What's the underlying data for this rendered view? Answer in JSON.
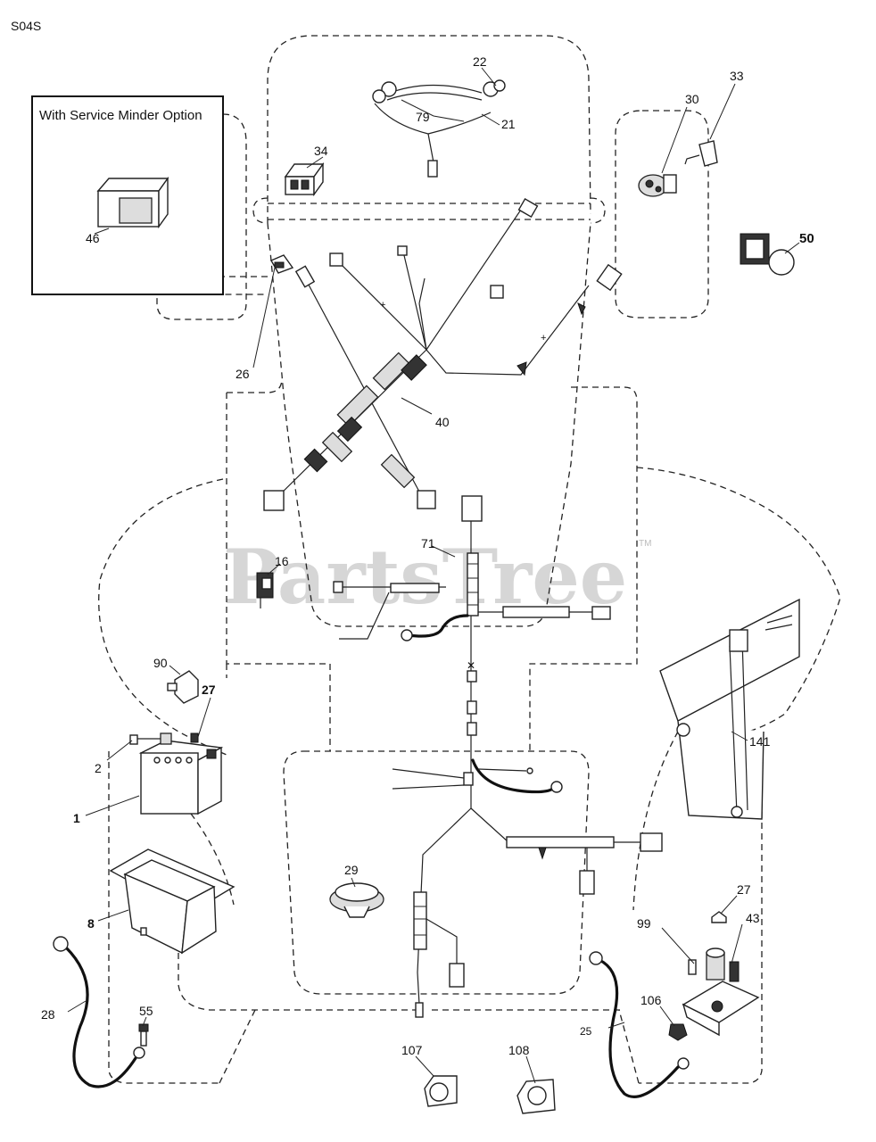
{
  "diagram": {
    "code": "S04S",
    "inset_title": "With Service Minder Option",
    "watermark": "PartsTree",
    "watermark_tm": "TM"
  },
  "callouts": {
    "c1": "1",
    "c2": "2",
    "c8": "8",
    "c16": "16",
    "c21": "21",
    "c22": "22",
    "c25": "25",
    "c26": "26",
    "c27a": "27",
    "c27b": "27",
    "c28": "28",
    "c29": "29",
    "c30": "30",
    "c33": "33",
    "c34": "34",
    "c40": "40",
    "c43": "43",
    "c46": "46",
    "c50": "50",
    "c55": "55",
    "c71": "71",
    "c79": "79",
    "c90": "90",
    "c99": "99",
    "c106": "106",
    "c107": "107",
    "c108": "108",
    "c141": "141"
  }
}
